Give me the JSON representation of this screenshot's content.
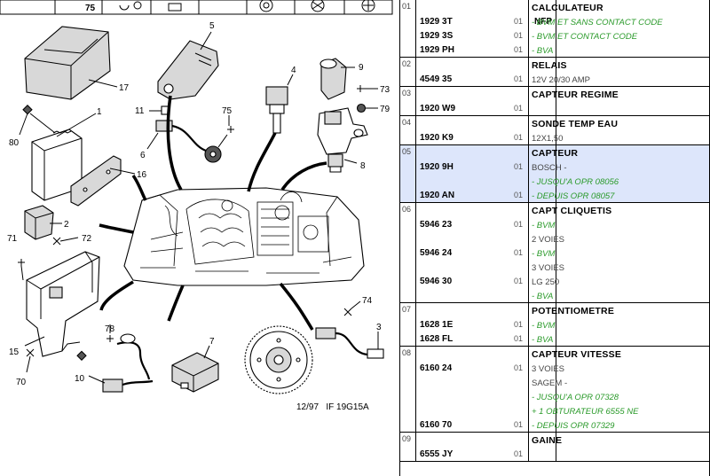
{
  "diagram": {
    "top_strip_number": "75",
    "caption": "12/97   IF 19G15A",
    "callouts": [
      "1",
      "2",
      "3",
      "4",
      "5",
      "6",
      "7",
      "8",
      "9",
      "10",
      "11",
      "15",
      "16",
      "17",
      "70",
      "71",
      "72",
      "73",
      "74",
      "75",
      "78",
      "79",
      "80"
    ]
  },
  "parts_table": {
    "groups": [
      {
        "num": "01",
        "title": "CALCULATEUR",
        "rows": [
          {
            "ref": "1929 3T",
            "nfp": "NFP",
            "qty": "01",
            "lines": [
              {
                "t": "- BVM ET SANS CONTACT CODE",
                "k": "note"
              }
            ]
          },
          {
            "ref": "1929 3S",
            "nfp": "",
            "qty": "01",
            "lines": [
              {
                "t": "- BVM ET CONTACT CODE",
                "k": "note"
              }
            ]
          },
          {
            "ref": "1929 PH",
            "nfp": "",
            "qty": "01",
            "lines": [
              {
                "t": "- BVA",
                "k": "note"
              }
            ]
          }
        ]
      },
      {
        "num": "02",
        "title": "RELAIS",
        "rows": [
          {
            "ref": "4549 35",
            "nfp": "",
            "qty": "01",
            "lines": [
              {
                "t": "12V 20/30 AMP",
                "k": "plain"
              }
            ]
          }
        ]
      },
      {
        "num": "03",
        "title": "CAPTEUR REGIME",
        "rows": [
          {
            "ref": "1920 W9",
            "nfp": "",
            "qty": "01",
            "lines": []
          }
        ]
      },
      {
        "num": "04",
        "title": "SONDE TEMP EAU",
        "rows": [
          {
            "ref": "1920 K9",
            "nfp": "",
            "qty": "01",
            "lines": [
              {
                "t": "12X1,50",
                "k": "plain"
              }
            ]
          }
        ]
      },
      {
        "num": "05",
        "title": "CAPTEUR",
        "highlight": true,
        "rows": [
          {
            "ref": "1920 9H",
            "nfp": "",
            "qty": "01",
            "lines": [
              {
                "t": "BOSCH -",
                "k": "plain"
              },
              {
                "t": "- JUSQU'A OPR 08056",
                "k": "note"
              }
            ]
          },
          {
            "ref": "1920 AN",
            "nfp": "",
            "qty": "01",
            "lines": [
              {
                "t": "- DEPUIS OPR 08057",
                "k": "note"
              }
            ]
          }
        ]
      },
      {
        "num": "06",
        "title": "CAPT CLIQUETIS",
        "rows": [
          {
            "ref": "5946 23",
            "nfp": "",
            "qty": "01",
            "lines": [
              {
                "t": "- BVM",
                "k": "note"
              },
              {
                "t": "2 VOIES",
                "k": "plain"
              }
            ]
          },
          {
            "ref": "5946 24",
            "nfp": "",
            "qty": "01",
            "lines": [
              {
                "t": "- BVM",
                "k": "note"
              },
              {
                "t": "3 VOIES",
                "k": "plain"
              }
            ]
          },
          {
            "ref": "5946 30",
            "nfp": "",
            "qty": "01",
            "lines": [
              {
                "t": "LG 250",
                "k": "plain"
              },
              {
                "t": "- BVA",
                "k": "note"
              }
            ]
          }
        ]
      },
      {
        "num": "07",
        "title": "POTENTIOMETRE",
        "rows": [
          {
            "ref": "1628 1E",
            "nfp": "",
            "qty": "01",
            "lines": [
              {
                "t": "- BVM",
                "k": "note"
              }
            ]
          },
          {
            "ref": "1628 FL",
            "nfp": "",
            "qty": "01",
            "lines": [
              {
                "t": "- BVA",
                "k": "note"
              }
            ]
          }
        ]
      },
      {
        "num": "08",
        "title": "CAPTEUR VITESSE",
        "rows": [
          {
            "ref": "6160 24",
            "nfp": "",
            "qty": "01",
            "lines": [
              {
                "t": "3 VOIES",
                "k": "plain"
              },
              {
                "t": "SAGEM -",
                "k": "plain"
              },
              {
                "t": "- JUSQU'A OPR 07328",
                "k": "note"
              },
              {
                "t": "+ 1 OBTURATEUR 6555 NE",
                "k": "note"
              }
            ]
          },
          {
            "ref": "6160 70",
            "nfp": "",
            "qty": "01",
            "lines": [
              {
                "t": "- DEPUIS OPR 07329",
                "k": "note"
              }
            ]
          }
        ]
      },
      {
        "num": "09",
        "title": "GAINE",
        "rows": [
          {
            "ref": "6555 JY",
            "nfp": "",
            "qty": "01",
            "lines": []
          }
        ]
      }
    ]
  }
}
